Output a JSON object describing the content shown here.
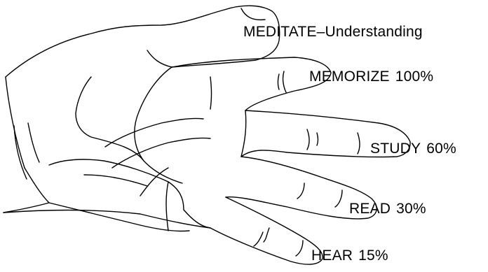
{
  "labels": {
    "thumb": "MEDITATE–Understanding",
    "index": {
      "action": "MEMORIZE",
      "percent": "100%"
    },
    "middle": {
      "action": "STUDY",
      "percent": "60%"
    },
    "ring": {
      "action": "READ",
      "percent": "30%"
    },
    "little": {
      "action": "HEAR",
      "percent": "15%"
    }
  },
  "colors": {
    "ink": "#000000",
    "background": "#ffffff"
  }
}
